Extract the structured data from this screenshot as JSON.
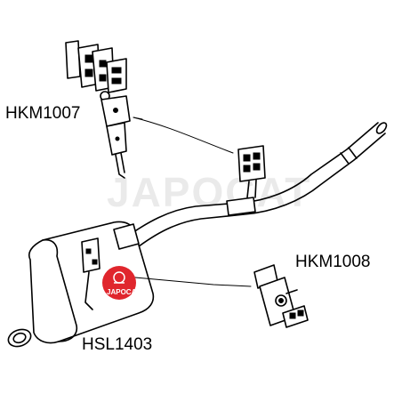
{
  "labels": {
    "hkm1007": "HKM1007",
    "hkm1008": "HKM1008",
    "hsl1403": "HSL1403"
  },
  "watermark": "JAPOCAT",
  "logo": {
    "text": "JAPOCAT",
    "color": "#e0262d"
  }
}
